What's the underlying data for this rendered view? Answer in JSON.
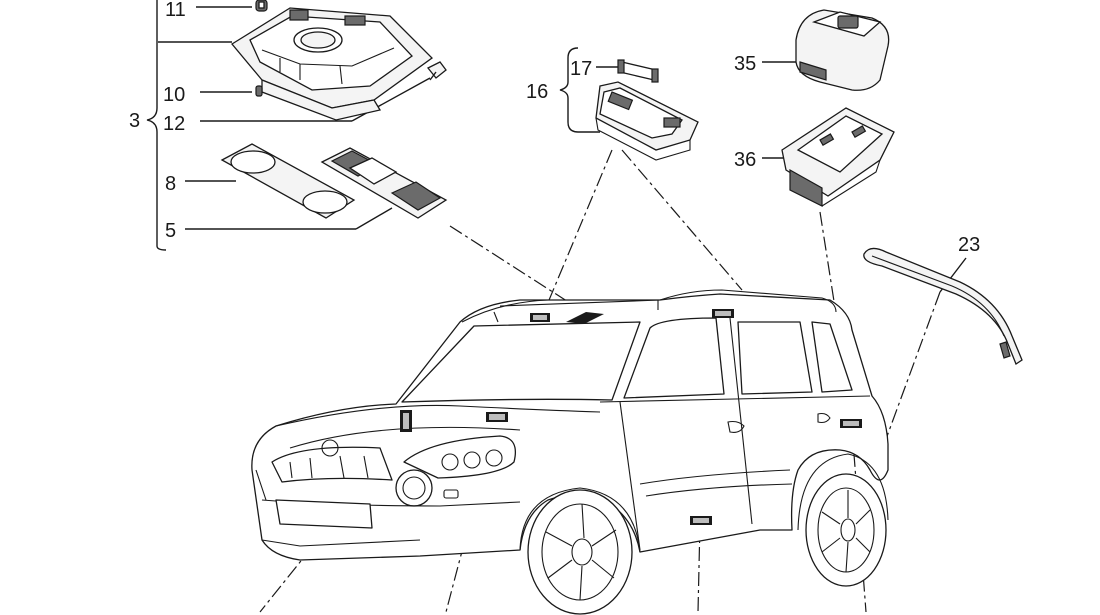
{
  "labels": {
    "l3": "3",
    "l5": "5",
    "l8": "8",
    "l10": "10",
    "l11": "11",
    "l12": "12",
    "l16": "16",
    "l17": "17",
    "l23": "23",
    "l35": "35",
    "l36": "36"
  }
}
